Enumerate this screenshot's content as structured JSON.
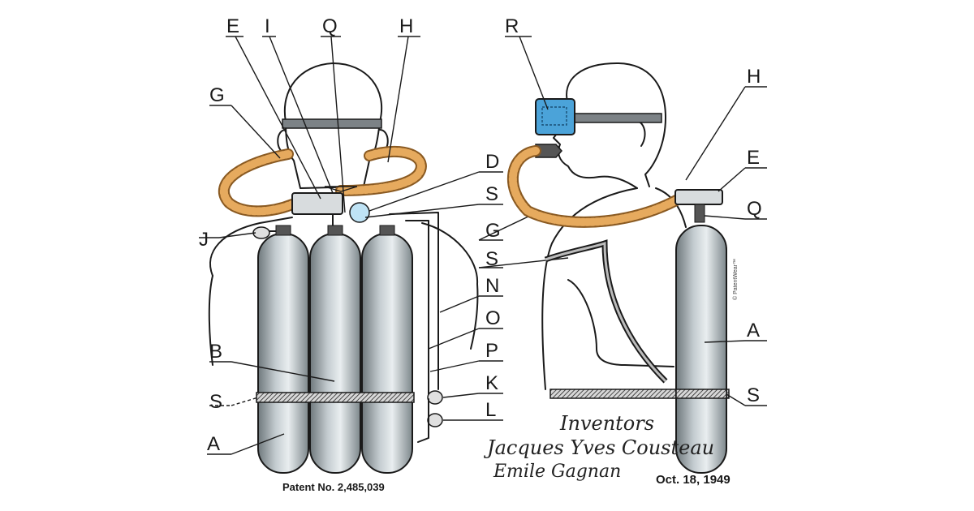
{
  "figure": {
    "left_labels": {
      "E": "E",
      "I": "I",
      "Q": "Q",
      "H": "H",
      "G": "G",
      "J": "J",
      "B": "B",
      "S": "S",
      "A": "A",
      "D": "D",
      "S2": "S",
      "G2": "G",
      "S3": "S",
      "N": "N",
      "O": "O",
      "P": "P",
      "K": "K",
      "L": "L"
    },
    "right_labels": {
      "R": "R",
      "H": "H",
      "E": "E",
      "Q": "Q",
      "A": "A",
      "S": "S"
    },
    "patent_number": "Patent No. 2,485,039",
    "date": "Oct. 18, 1949",
    "signature": {
      "line1": "Inventors",
      "line2": "Jacques Yves Cousteau",
      "line3": "Emile Gagnan"
    },
    "watermark": "© PatentWear™",
    "colors": {
      "tank": "#9aa4a8",
      "hose": "#c98a3c",
      "mask": "#4ba3d9",
      "ink": "#1a1a1a"
    }
  }
}
